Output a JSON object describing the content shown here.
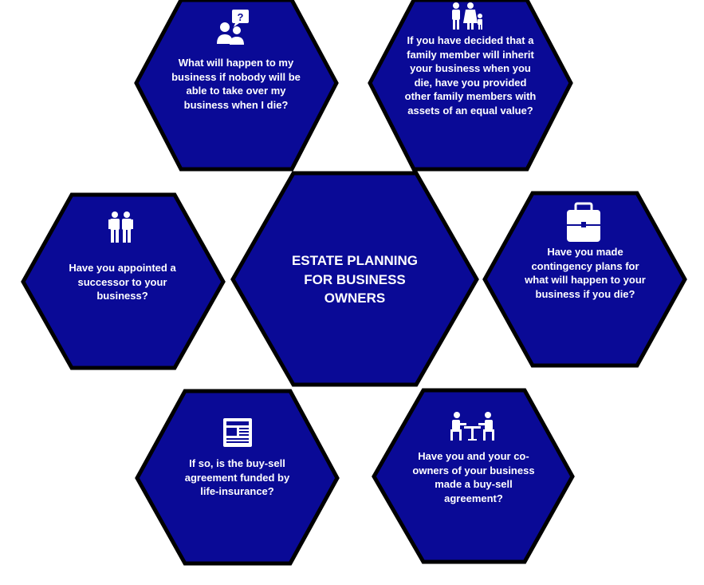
{
  "colors": {
    "hex_fill": "#0a0a96",
    "hex_border": "#000000",
    "text": "#ffffff"
  },
  "center": {
    "title": "ESTATE PLANNING FOR BUSINESS OWNERS"
  },
  "hexagons": [
    {
      "id": "top-left",
      "icon": "person-question-icon",
      "text": "What will happen to my business if nobody will be able to take over my business when I die?"
    },
    {
      "id": "top-right",
      "icon": "family-icon",
      "text": "If you have decided that a family member will inherit your business when you die, have you provided other family members with assets of an equal value?"
    },
    {
      "id": "mid-left",
      "icon": "two-people-icon",
      "text": "Have you appointed a successor to your business?"
    },
    {
      "id": "mid-right",
      "icon": "briefcase-icon",
      "text": "Have you made contingency plans for what will happen to your business if you die?"
    },
    {
      "id": "bottom-left",
      "icon": "newspaper-icon",
      "text": "If so, is the buy-sell agreement funded by life-insurance?"
    },
    {
      "id": "bottom-right",
      "icon": "meeting-icon",
      "text": "Have you and your co-owners of your business made a buy-sell agreement?"
    }
  ]
}
